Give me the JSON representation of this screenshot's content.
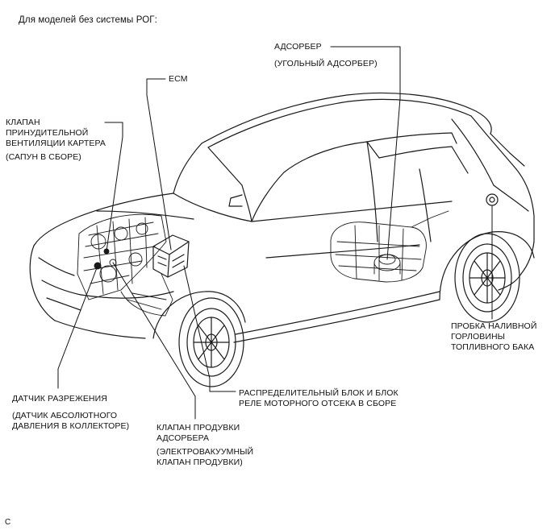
{
  "caption": "Для моделей без системы РОГ:",
  "corner_mark": "C",
  "labels": {
    "canister": {
      "line1": "АДСОРБЕР",
      "line2": "(УГОЛЬНЫЙ АДСОРБЕР)"
    },
    "ecm": {
      "line1": "ECM"
    },
    "pcv_valve": {
      "line1": "КЛАПАН",
      "line2": "ПРИНУДИТЕЛЬНОЙ",
      "line3": "ВЕНТИЛЯЦИИ КАРТЕРА",
      "line4": "(САПУН В СБОРЕ)"
    },
    "fuel_cap": {
      "line1": "ПРОБКА НАЛИВНОЙ",
      "line2": "ГОРЛОВИНЫ",
      "line3": "ТОПЛИВНОГО БАКА"
    },
    "vacuum_sensor": {
      "line1": "ДАТЧИК РАЗРЕЖЕНИЯ",
      "line2": "(ДАТЧИК АБСОЛЮТНОГО",
      "line3": "ДАВЛЕНИЯ В КОЛЛЕКТОРЕ)"
    },
    "relay_block": {
      "line1": "РАСПРЕДЕЛИТЕЛЬНЫЙ БЛОК И БЛОК",
      "line2": "РЕЛЕ МОТОРНОГО ОТСЕКА В СБОРЕ"
    },
    "purge_vsv": {
      "line1": "КЛАПАН ПРОДУВКИ",
      "line2": "АДСОРБЕРА",
      "line3": "(ЭЛЕКТРОВАКУУМНЫЙ",
      "line4": "КЛАПАН ПРОДУВКИ)"
    }
  }
}
